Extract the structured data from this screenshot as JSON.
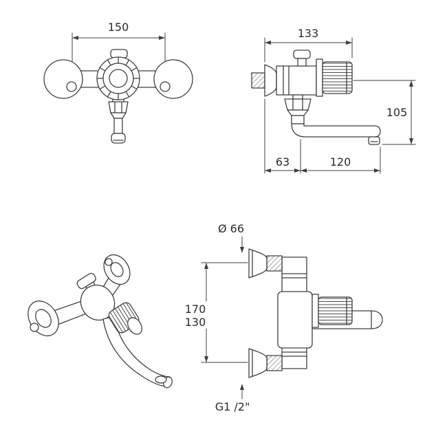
{
  "drawing": {
    "background": "#ffffff",
    "line_color": "#3f3f3f",
    "views": {
      "front": {
        "dims": {
          "connection_width": "150"
        }
      },
      "side": {
        "dims": {
          "depth": "133",
          "spout_height": "105",
          "wall_to_spout_axis": "63",
          "spout_reach": "120"
        }
      },
      "perspective": {},
      "plan": {
        "dims": {
          "flange_diameter": "Ø 66",
          "span_max": "170",
          "span_min": "130",
          "thread_size": "G1 /2\""
        }
      }
    }
  }
}
